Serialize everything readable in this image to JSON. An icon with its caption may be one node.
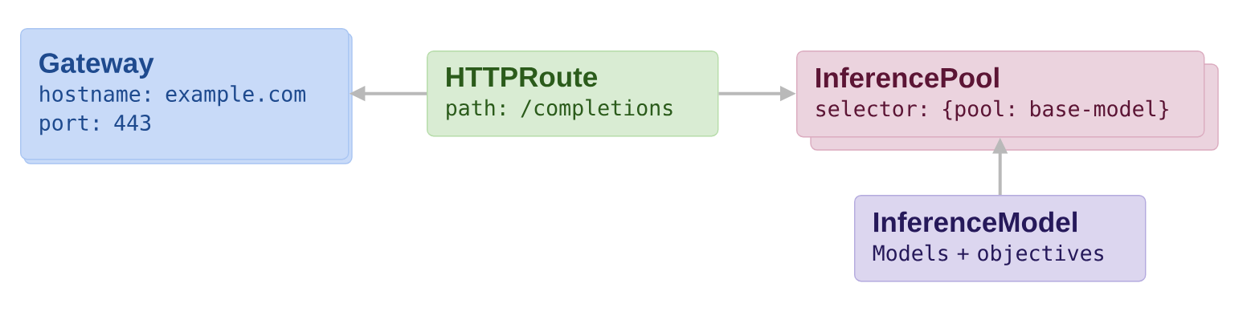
{
  "diagram": {
    "nodes": [
      {
        "text": [
          "Gateway",
          "hostname: example.com",
          "port: 443"
        ]
      },
      {
        "text": [
          "HTTPRoute",
          "path: /completions"
        ]
      },
      {
        "text": [
          "InferencePool",
          "selector: {pool: base-model}"
        ]
      },
      {
        "text": [
          "InferenceModel",
          "Models + objectives"
        ]
      }
    ],
    "edges": [
      {
        "from": 1,
        "to": 0,
        "arrow": "to"
      },
      {
        "from": 1,
        "to": 2,
        "arrow": "to"
      },
      {
        "from": 3,
        "to": 2,
        "arrow": "to"
      }
    ]
  }
}
